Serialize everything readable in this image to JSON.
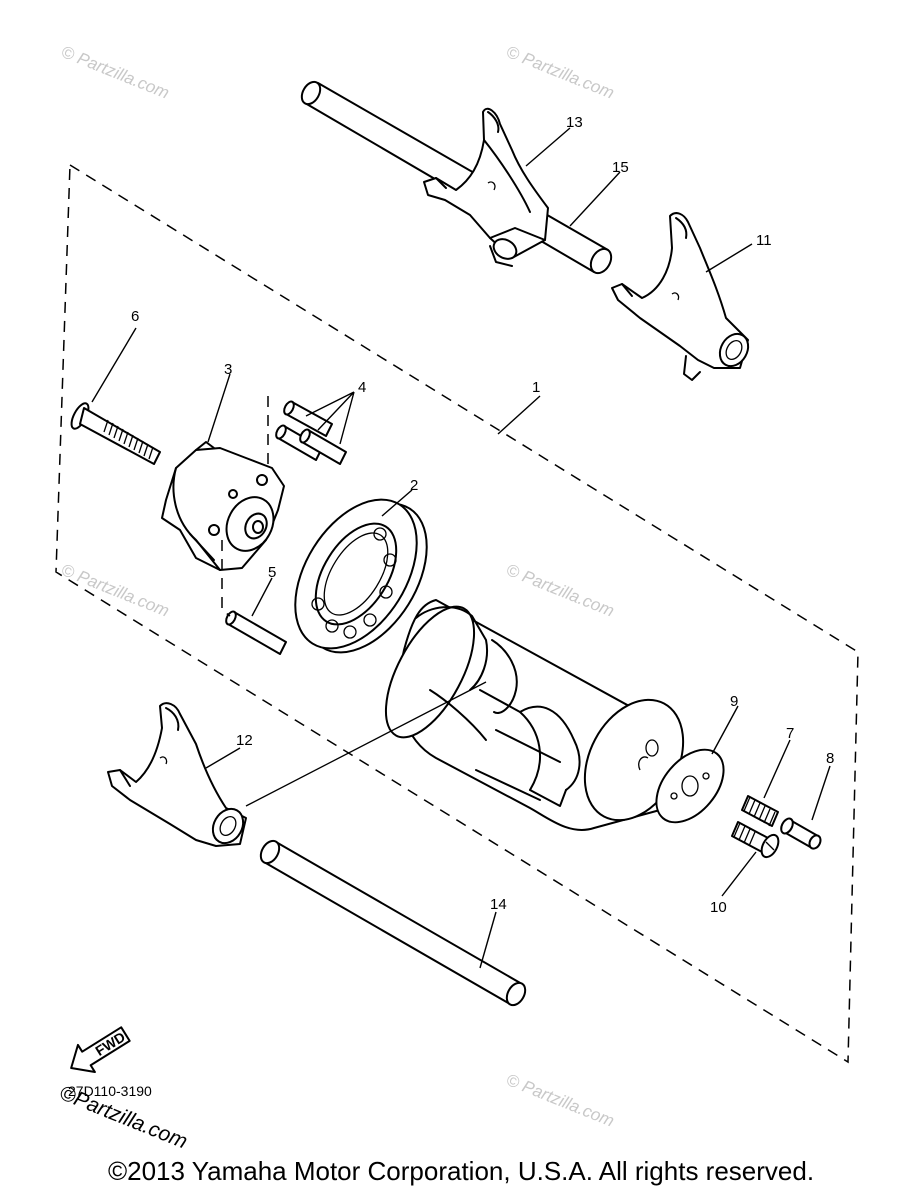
{
  "diagram": {
    "callouts": [
      "1",
      "2",
      "3",
      "4",
      "5",
      "6",
      "7",
      "8",
      "9",
      "10",
      "11",
      "12",
      "13",
      "14",
      "15"
    ],
    "part_code": "27D110-3190",
    "direction_badge": "FWD",
    "watermark_text": "Partzilla.com",
    "watermark_symbol": "©",
    "footer_watermark": "©Partzilla.com",
    "copyright": "©2013 Yamaha Motor Corporation, U.S.A. All rights reserved."
  }
}
